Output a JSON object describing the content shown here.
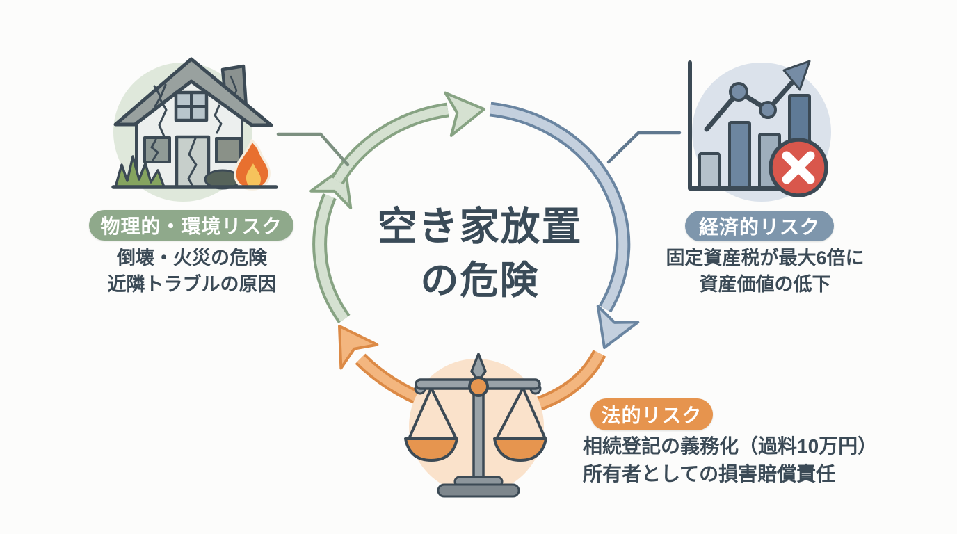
{
  "title": {
    "line1": "空き家放置",
    "line2": "の危険",
    "color": "#3A4B58"
  },
  "risks": {
    "physical": {
      "badge": "物理的・環境リスク",
      "badge_color": "#8FA98B",
      "lines": [
        "倒壊・火災の危険",
        "近隣トラブルの原因"
      ],
      "icon": "damaged-house-with-fire",
      "arc_color": "#87A383",
      "arc_fill": "#D5E1D1"
    },
    "economic": {
      "badge": "経済的リスク",
      "badge_color": "#7E96AC",
      "lines": [
        "固定資産税が最大6倍に",
        "資産価値の低下"
      ],
      "icon": "declining-bar-chart-with-x",
      "arc_color": "#6A85A1",
      "arc_fill": "#C4D0DE"
    },
    "legal": {
      "badge": "法的リスク",
      "badge_color": "#E6944E",
      "lines": [
        "相続登記の義務化（過料10万円）",
        "所有者としての損害賠償責任"
      ],
      "icon": "justice-scale",
      "arc_color": "#DC8A46",
      "arc_fill": "#F3B67F"
    }
  },
  "colors": {
    "background": "#FCFCFB",
    "text_dark": "#3B4A56",
    "outline_dark": "#3C4A55",
    "house_circle": "#DFE8DB",
    "chart_circle": "#DBE2EB",
    "scale_circle": "#FAE2CB",
    "error_red": "#D9574C",
    "flame_orange": "#E8702F",
    "flame_yellow": "#F6C35C",
    "grass_green": "#85A45F"
  }
}
